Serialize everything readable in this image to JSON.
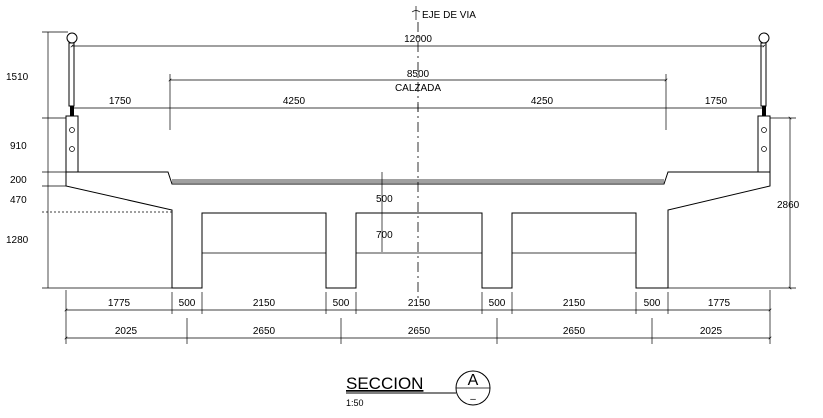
{
  "axis_label": "EJE DE VIA",
  "overall_width": "12000",
  "carriageway_width": "8500",
  "carriageway_label": "CALZADA",
  "top_dims": [
    "1750",
    "4250",
    "4250",
    "1750"
  ],
  "left_dims": [
    "1510",
    "910",
    "200",
    "470",
    "1280"
  ],
  "right_dim": "2860",
  "center_dims": [
    "500",
    "700"
  ],
  "bottom_row1": [
    "1775",
    "500",
    "2150",
    "500",
    "2150",
    "500",
    "2150",
    "500",
    "1775"
  ],
  "bottom_row2": [
    "2025",
    "2650",
    "2650",
    "2650",
    "2025"
  ],
  "title": {
    "label": "SECCION",
    "scale": "1:50",
    "marker_letter": "A",
    "marker_sub": "–"
  }
}
